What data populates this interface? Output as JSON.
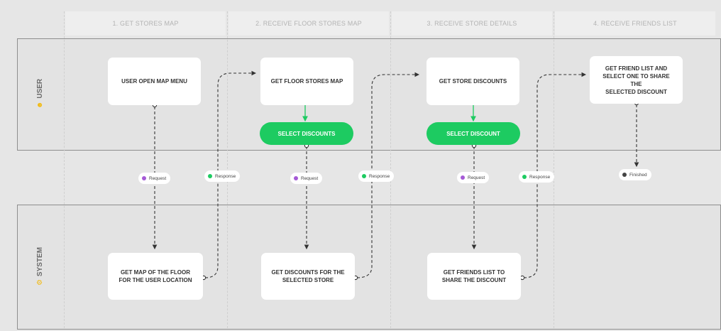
{
  "columns": [
    {
      "label": "1. GET STORES MAP"
    },
    {
      "label": "2. RECEIVE FLOOR STORES MAP"
    },
    {
      "label": "3. RECEIVE STORE DETAILS"
    },
    {
      "label": "4. RECEIVE FRIENDS LIST"
    }
  ],
  "lanes": {
    "user": {
      "label": "USER",
      "icon": "smiley-icon"
    },
    "system": {
      "label": "SYSTEM",
      "icon": "gear-icon"
    }
  },
  "user_steps": [
    {
      "lines": [
        "USER OPEN MAP MENU"
      ]
    },
    {
      "lines": [
        "GET FLOOR STORES MAP"
      ]
    },
    {
      "lines": [
        "GET STORE DISCOUNTS"
      ]
    },
    {
      "lines": [
        "GET FRIEND LIST AND",
        "SELECT ONE TO SHARE THE",
        "SELECTED DISCOUNT"
      ]
    }
  ],
  "actions": [
    {
      "label": "SELECT DISCOUNTS"
    },
    {
      "label": "SELECT  DISCOUNT"
    }
  ],
  "system_steps": [
    {
      "lines": [
        "GET MAP OF THE FLOOR",
        "FOR THE USER LOCATION"
      ]
    },
    {
      "lines": [
        "GET DISCOUNTS FOR THE",
        "SELECTED STORE"
      ]
    },
    {
      "lines": [
        "GET FRIENDS LIST TO",
        "SHARE THE DISCOUNT"
      ]
    }
  ],
  "badges": {
    "request": "Request",
    "response": "Response",
    "finished": "Finished"
  },
  "colors": {
    "request": "#a55ad6",
    "response": "#1dcb61",
    "finished": "#444444",
    "action": "#1dcb61"
  }
}
